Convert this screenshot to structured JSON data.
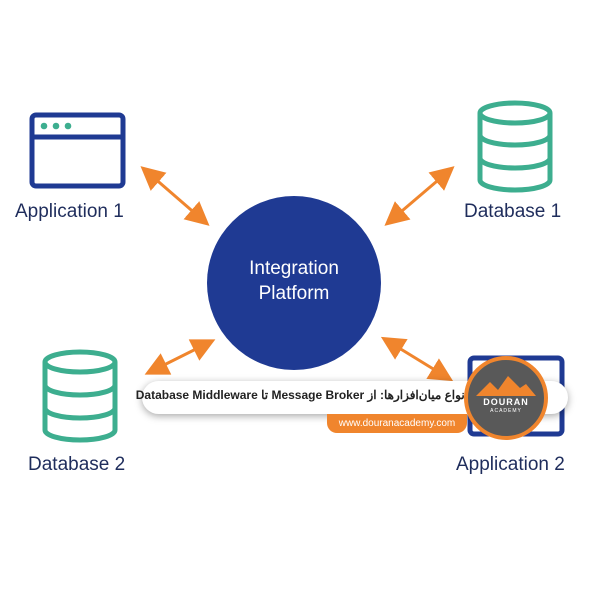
{
  "diagram": {
    "center": {
      "label_line1": "Integration",
      "label_line2": "Platform"
    },
    "nodes": {
      "application_1": "Application 1",
      "database_1": "Database 1",
      "database_2": "Database 2",
      "application_2": "Application 2"
    }
  },
  "banner": {
    "title": "انواع میان‌افزارها: از Message Broker تا Database Middleware",
    "url": "www.douranacademy.com"
  },
  "logo": {
    "name": "DOURAN",
    "subtitle": "ACADEMY"
  },
  "colors": {
    "navy": "#1f3a93",
    "teal": "#3dae8f",
    "orange": "#f0852d",
    "label_text": "#1f2d5c"
  }
}
